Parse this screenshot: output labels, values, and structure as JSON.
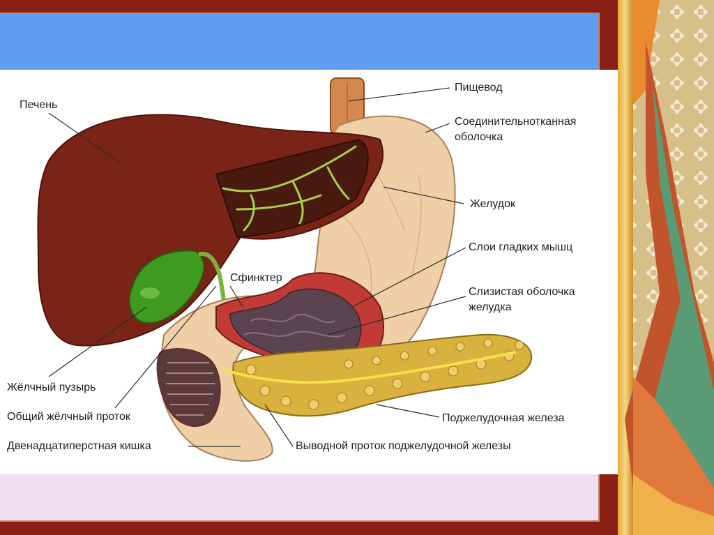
{
  "labels": {
    "pishchevod": "Пищевод",
    "pechen": "Печень",
    "obolochka1": "Соединительнотканная",
    "obolochka2": "оболочка",
    "zheludok": "Желудок",
    "sloi": "Слои гладких мышц",
    "sfinkter": "Сфинктер",
    "slizistaya1": "Слизистая оболочка",
    "slizistaya2": "желудка",
    "puzyr": "Жёлчный пузырь",
    "protok": "Общий жёлчный проток",
    "kishka": "Двенадцатиперстная кишка",
    "zheleza": "Поджелудочная железа",
    "vyvodnoi": "Выводной проток поджелудочной железы"
  },
  "colors": {
    "frame": "#8a1f14",
    "blue_band": "#5f9cf2",
    "pink_band": "#f1def0",
    "liver": "#7a2418",
    "stomach": "#efcfa6",
    "gallbladder": "#3f9a1f",
    "pancreas": "#d9b13e"
  }
}
